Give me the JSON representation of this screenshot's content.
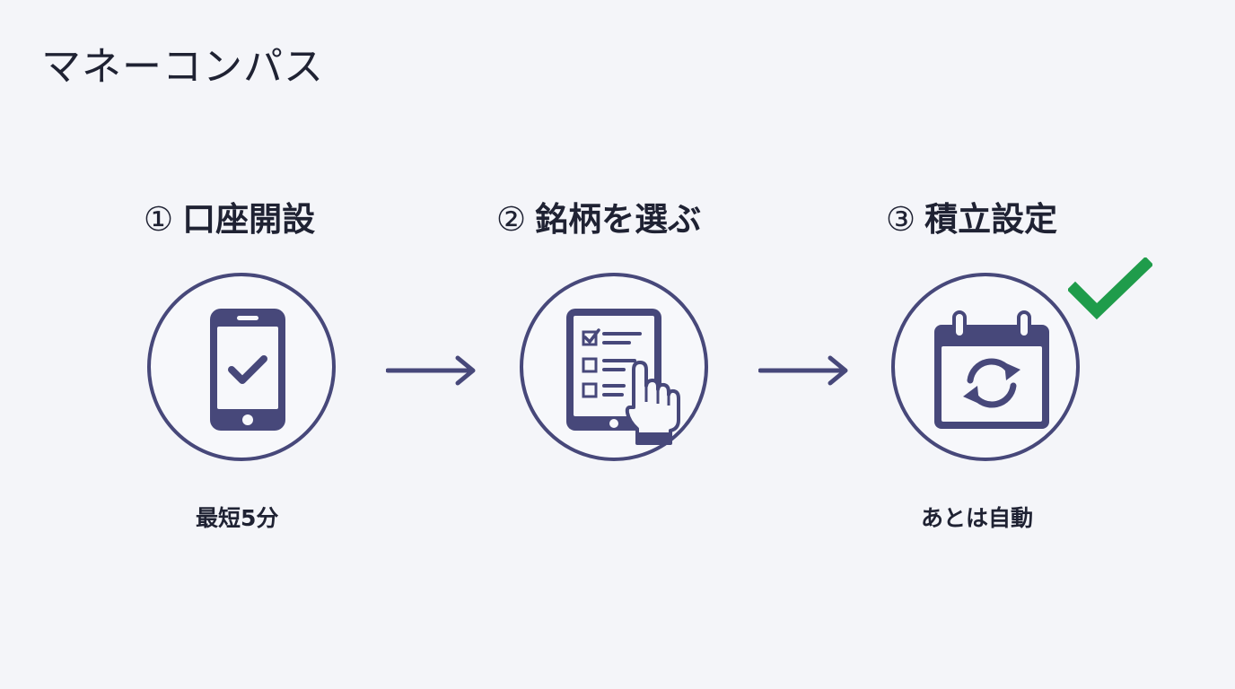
{
  "brand": {
    "name": "マネーコンパス"
  },
  "steps": [
    {
      "number": "①",
      "label": "口座開設",
      "icon": "smartphone-check-icon",
      "caption": "最短5分"
    },
    {
      "number": "②",
      "label": "銘柄を選ぶ",
      "icon": "tablet-checklist-tap-icon",
      "caption": ""
    },
    {
      "number": "③",
      "label": "積立設定",
      "icon": "calendar-repeat-icon",
      "caption": "あとは自動"
    }
  ],
  "colors": {
    "background": "#f4f5f9",
    "icon": "#47487a",
    "text": "#1f2233",
    "done": "#1f9c4b"
  },
  "done_icon": "green-checkmark-icon"
}
